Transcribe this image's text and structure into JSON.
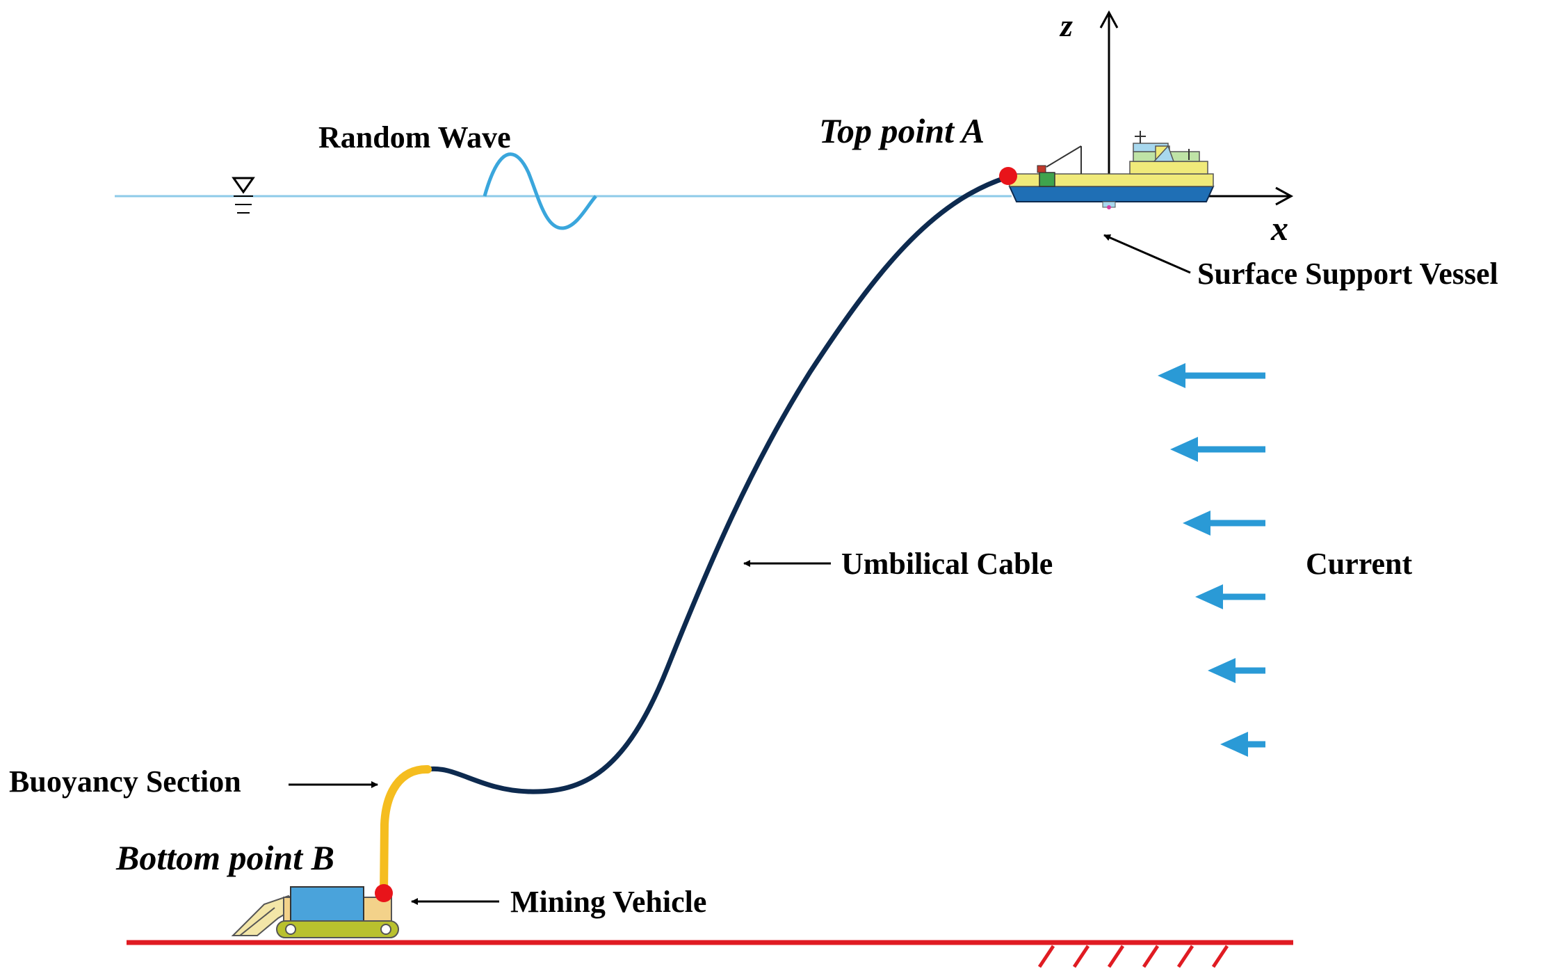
{
  "labels": {
    "random_wave": "Random Wave",
    "top_point": "Top point A",
    "surface_vessel": "Surface Support Vessel",
    "current": "Current",
    "umbilical_cable": "Umbilical Cable",
    "buoyancy_section": "Buoyancy Section",
    "bottom_point": "Bottom point B",
    "mining_vehicle": "Mining Vehicle",
    "axis_x": "x",
    "axis_z": "z"
  },
  "colors": {
    "water_line": "#8ecbe8",
    "wave": "#3aa6dc",
    "cable": "#0d2a4f",
    "buoyancy": "#f5bd1f",
    "attach_point": "#e8141a",
    "seabed": "#e01b22",
    "current_arrow": "#2a9ad6",
    "vessel_hull": "#1f6fb5",
    "vehicle_body": "#4aa3db",
    "vehicle_frame": "#f3d28a",
    "vehicle_track": "#b9c12e"
  },
  "current_arrows_count": 6
}
